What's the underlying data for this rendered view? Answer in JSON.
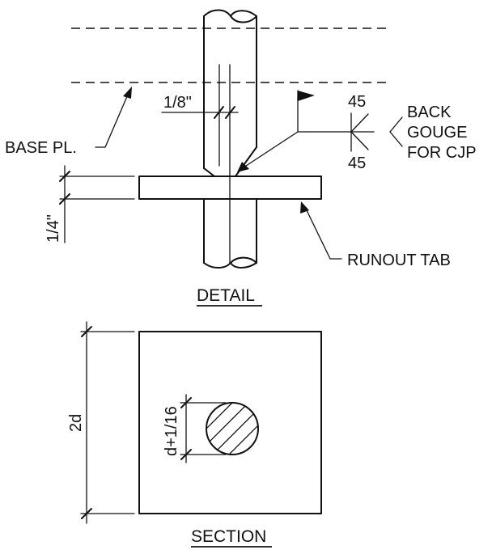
{
  "detail": {
    "title": "DETAIL",
    "labels": {
      "base_plate": "BASE PL.",
      "root_opening": "1/8\"",
      "groove_angle_top": "45",
      "groove_angle_bottom": "45",
      "note_line1": "BACK",
      "note_line2": "GOUGE",
      "note_line3": "FOR CJP",
      "tab_thickness": "1/4\"",
      "runout_tab": "RUNOUT TAB"
    }
  },
  "section": {
    "title": "SECTION",
    "labels": {
      "plate_size": "2d",
      "hole_diameter": "d+1/16"
    }
  }
}
